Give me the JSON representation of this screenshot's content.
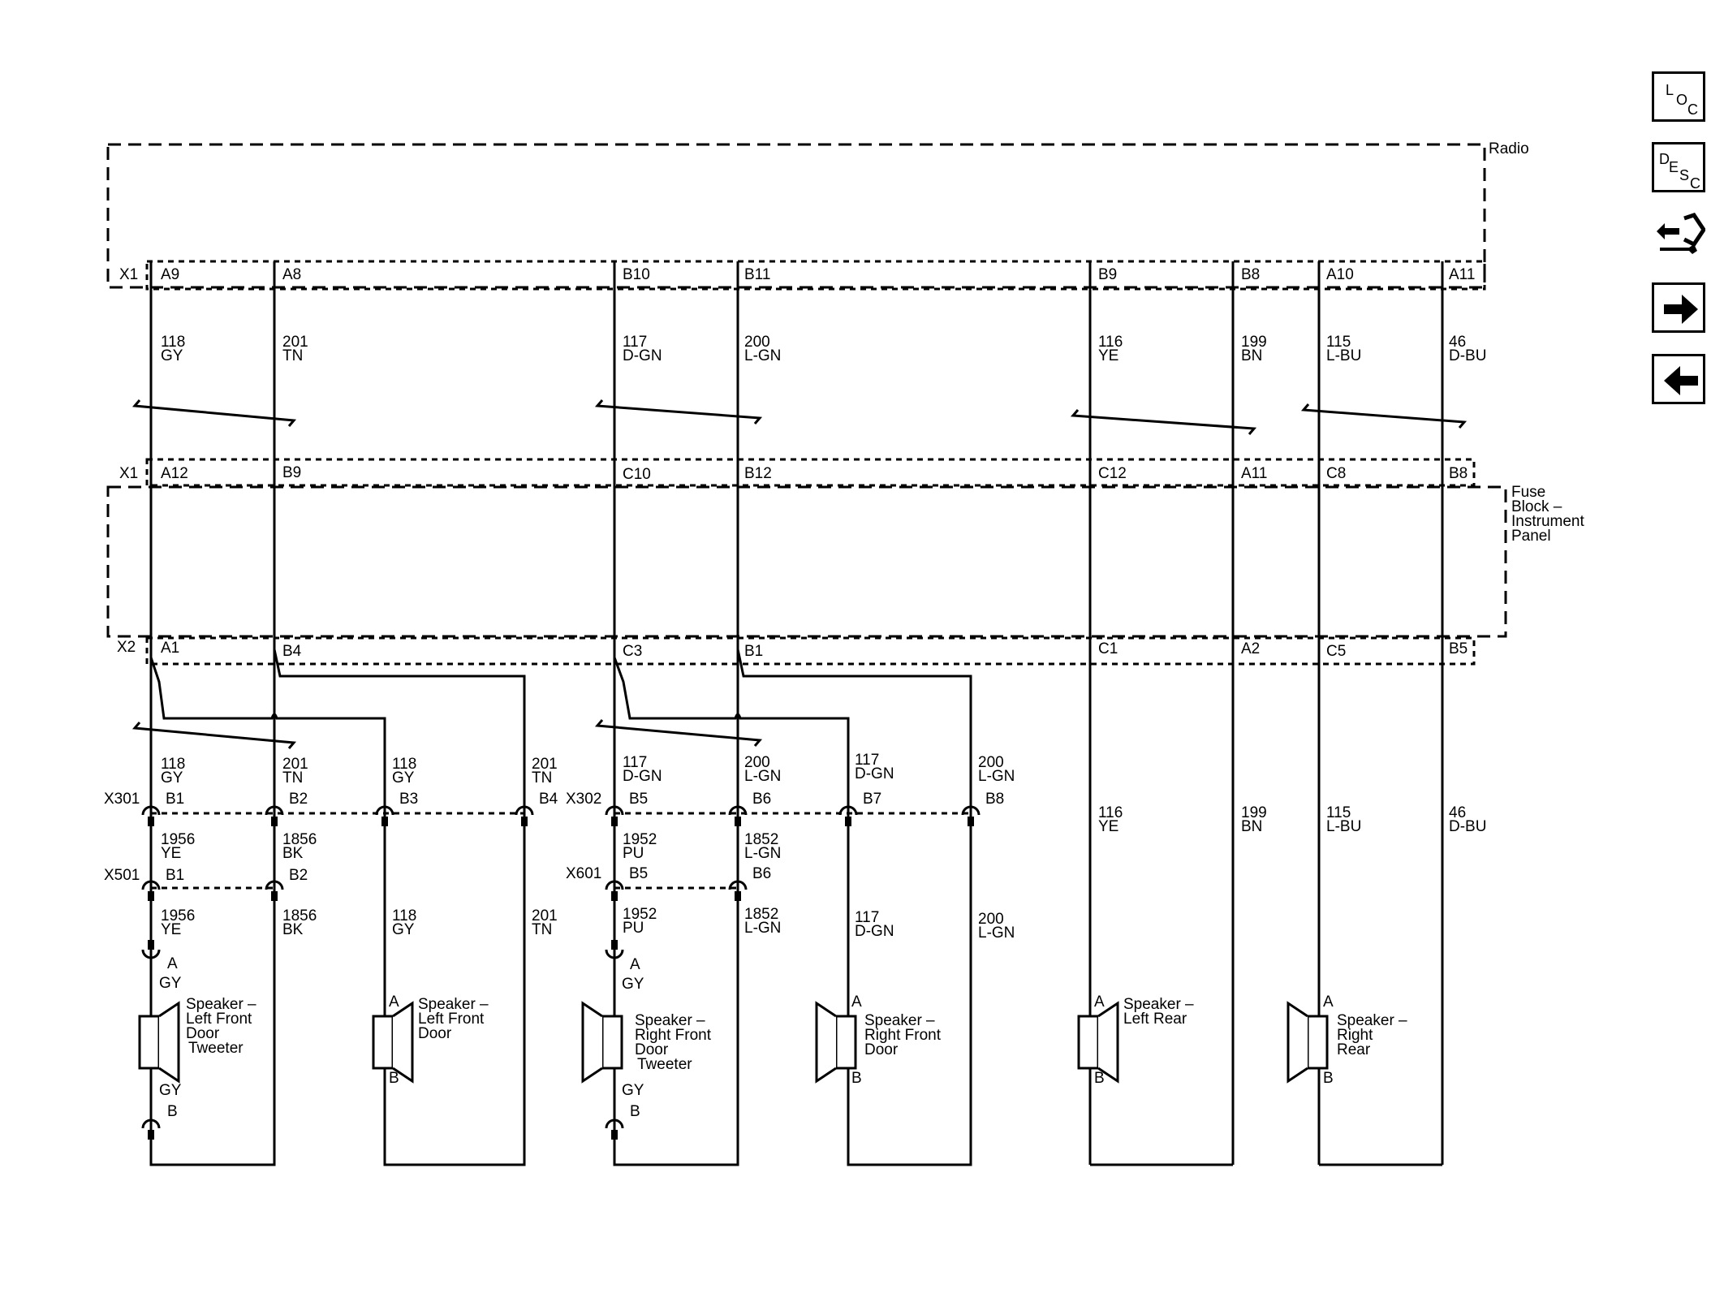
{
  "modules": {
    "radio": "Radio",
    "fuse_block": [
      "Fuse",
      "Block –",
      "Instrument",
      "Panel"
    ]
  },
  "connectors": {
    "radio_x1": "X1",
    "fuse_x1": "X1",
    "fuse_x2": "X2",
    "x301": "X301",
    "x302": "X302",
    "x501": "X501",
    "x601": "X601"
  },
  "radio_pins": [
    "A9",
    "A8",
    "B10",
    "B11",
    "B9",
    "B8",
    "A10",
    "A11"
  ],
  "fuse_x1_pins": [
    "A12",
    "B9",
    "C10",
    "B12",
    "C12",
    "A11",
    "C8",
    "B8"
  ],
  "fuse_x2_pins": [
    "A1",
    "B4",
    "C3",
    "B1",
    "C1",
    "A2",
    "C5",
    "B5"
  ],
  "upper_wires": [
    {
      "num": "118",
      "color": "GY"
    },
    {
      "num": "201",
      "color": "TN"
    },
    {
      "num": "117",
      "color": "D-GN"
    },
    {
      "num": "200",
      "color": "L-GN"
    },
    {
      "num": "116",
      "color": "YE"
    },
    {
      "num": "199",
      "color": "BN"
    },
    {
      "num": "115",
      "color": "L-BU"
    },
    {
      "num": "46",
      "color": "D-BU"
    }
  ],
  "lower_wires": [
    {
      "num": "118",
      "color": "GY"
    },
    {
      "num": "201",
      "color": "TN"
    },
    {
      "num": "118",
      "color": "GY"
    },
    {
      "num": "201",
      "color": "TN"
    },
    {
      "num": "117",
      "color": "D-GN"
    },
    {
      "num": "200",
      "color": "L-GN"
    },
    {
      "num": "117",
      "color": "D-GN"
    },
    {
      "num": "200",
      "color": "L-GN"
    },
    {
      "num": "116",
      "color": "YE"
    },
    {
      "num": "199",
      "color": "BN"
    },
    {
      "num": "115",
      "color": "L-BU"
    },
    {
      "num": "46",
      "color": "D-BU"
    }
  ],
  "x301_pins": [
    "B1",
    "B2",
    "B3",
    "B4"
  ],
  "x302_pins": [
    "B5",
    "B6",
    "B7",
    "B8"
  ],
  "x501_pins": [
    "B1",
    "B2"
  ],
  "x601_pins": [
    "B5",
    "B6"
  ],
  "mid_wires": [
    {
      "num": "1956",
      "color": "YE"
    },
    {
      "num": "1856",
      "color": "BK"
    },
    {
      "num": "1952",
      "color": "PU"
    },
    {
      "num": "1852",
      "color": "L-GN"
    }
  ],
  "bottom_wires": [
    {
      "num": "1956",
      "color": "YE"
    },
    {
      "num": "1856",
      "color": "BK"
    },
    {
      "num": "118",
      "color": "GY"
    },
    {
      "num": "201",
      "color": "TN"
    },
    {
      "num": "1952",
      "color": "PU"
    },
    {
      "num": "1852",
      "color": "L-GN"
    },
    {
      "num": "117",
      "color": "D-GN"
    },
    {
      "num": "200",
      "color": "L-GN"
    }
  ],
  "speakers": [
    {
      "name": [
        "Speaker –",
        "Left Front",
        "Door",
        "Tweeter"
      ],
      "pin_a": "A",
      "pin_b": "B"
    },
    {
      "name": [
        "Speaker –",
        "Left Front",
        "Door"
      ],
      "pin_a": "A",
      "pin_b": "B"
    },
    {
      "name": [
        "Speaker –",
        "Right Front",
        "Door",
        "Tweeter"
      ],
      "pin_a": "A",
      "pin_b": "B"
    },
    {
      "name": [
        "Speaker –",
        "Right Front",
        "Door"
      ],
      "pin_a": "A",
      "pin_b": "B"
    },
    {
      "name": [
        "Speaker –",
        "Left Rear"
      ],
      "pin_a": "A",
      "pin_b": "B"
    },
    {
      "name": [
        "Speaker –",
        "Right",
        "Rear"
      ],
      "pin_a": "A",
      "pin_b": "B"
    }
  ],
  "tweeter_pins": {
    "a": "A",
    "b": "B",
    "color": "GY"
  },
  "nav": {
    "loc": [
      "L",
      "O",
      "C"
    ],
    "desc": [
      "D",
      "E",
      "S",
      "C"
    ]
  }
}
